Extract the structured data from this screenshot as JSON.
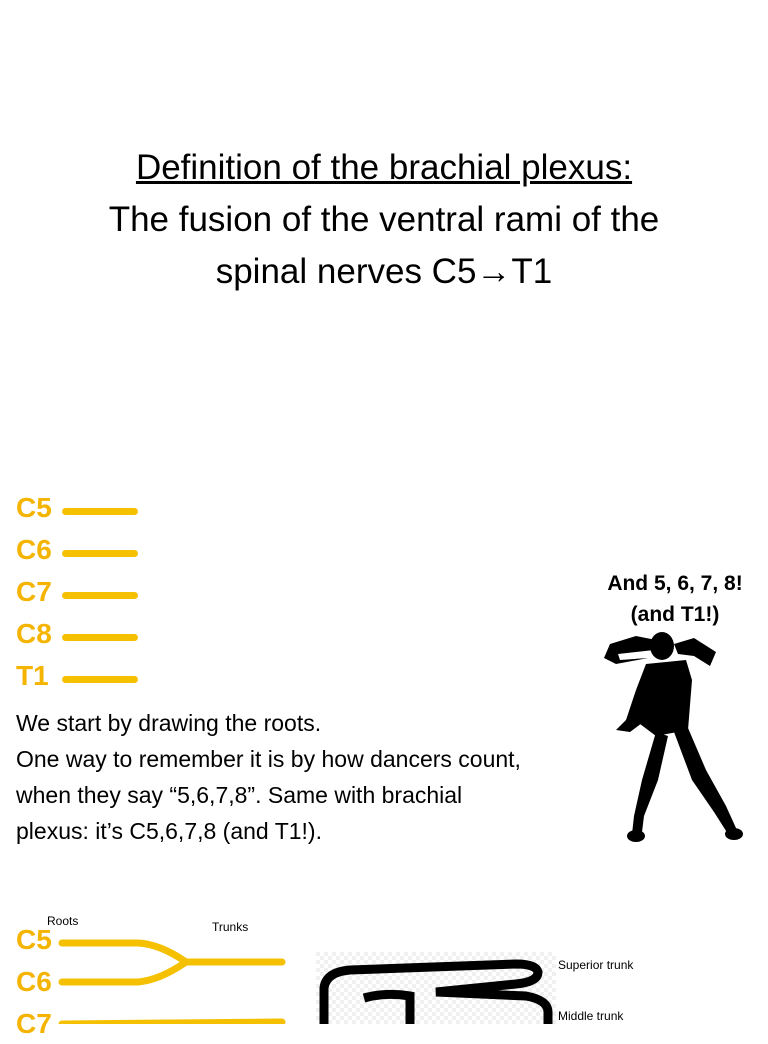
{
  "slide1": {
    "title_underlined": "Definition of the brachial plexus:",
    "line2": "The fusion of the ventral rami of the",
    "line3": "spinal nerves C5→T1"
  },
  "slide2": {
    "roots": [
      "C5",
      "C6",
      "C7",
      "C8",
      "T1"
    ],
    "explanation": [
      "We start by drawing the roots.",
      "One way to remember it is by how dancers count,",
      "when they say “5,6,7,8”. Same with brachial",
      "plexus: it’s C5,6,7,8 (and T1!)."
    ],
    "dancer_caption_1": "And 5, 6, 7, 8!",
    "dancer_caption_2": "(and T1!)",
    "dancer_icon": "dancer-silhouette"
  },
  "slide3": {
    "roots_label": "Roots",
    "trunks_label": "Trunks",
    "roots": [
      "C5",
      "C6",
      "C7"
    ],
    "superior_trunk": "Superior trunk",
    "middle_trunk": "Middle trunk",
    "hand_icon": "hand-drawing"
  },
  "colors": {
    "root_yellow": "#f5c000",
    "root_text": "#f5b400"
  }
}
